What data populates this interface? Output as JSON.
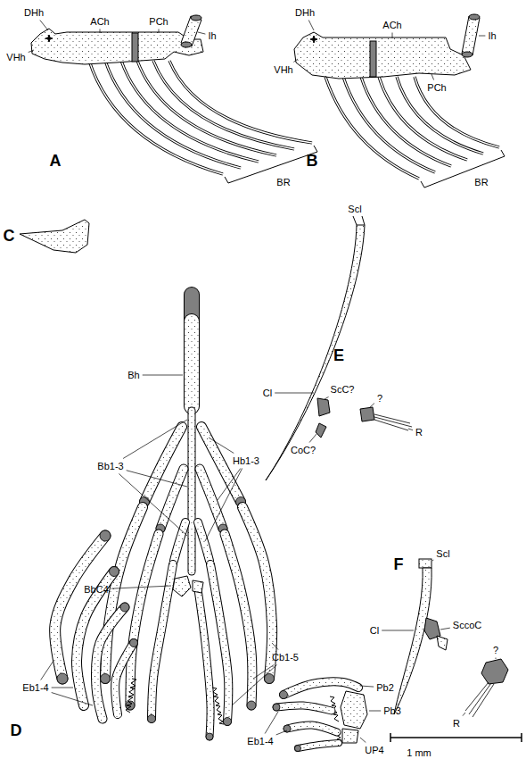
{
  "diagram": {
    "labels": [
      "DHh",
      "VHh",
      "ACh",
      "PCh",
      "Ih",
      "BR",
      "A",
      "DHh",
      "VHh",
      "ACh",
      "Ih",
      "PCh",
      "BR",
      "B",
      "C",
      "Bh",
      "Bb1-3",
      "Hb1-3",
      "BbC4",
      "Eb1-4",
      "Cb1-5",
      "D",
      "Scl",
      "Cl",
      "ScC?",
      "?",
      "CoC?",
      "R",
      "E",
      "Scl",
      "Cl",
      "SccoC",
      "?",
      "R",
      "F",
      "Pb2",
      "Pb3",
      "UP4",
      "Eb1-4",
      "1 mm"
    ]
  }
}
